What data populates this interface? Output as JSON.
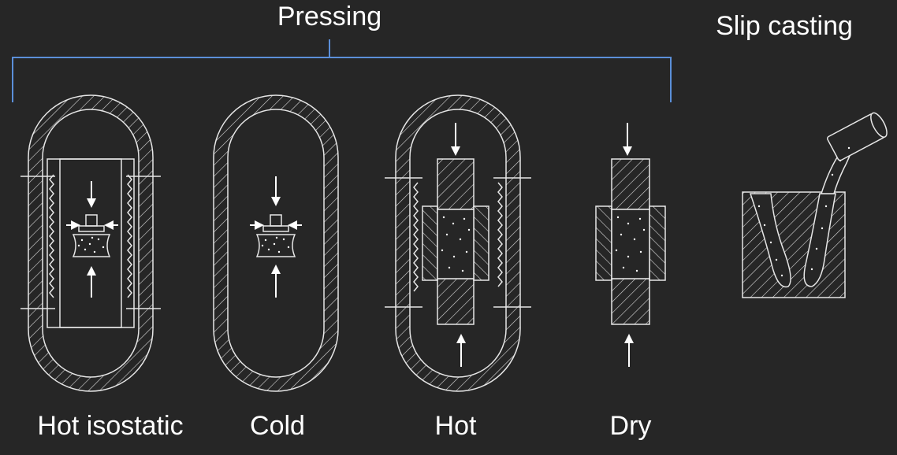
{
  "group_label": "Pressing",
  "slip_label": "Slip casting",
  "methods": [
    "Hot isostatic",
    "Cold",
    "Hot",
    "Dry"
  ],
  "colors": {
    "background": "#262626",
    "line": "#e6e6e6",
    "bracket": "#5b8fd9",
    "text": "#ffffff"
  }
}
